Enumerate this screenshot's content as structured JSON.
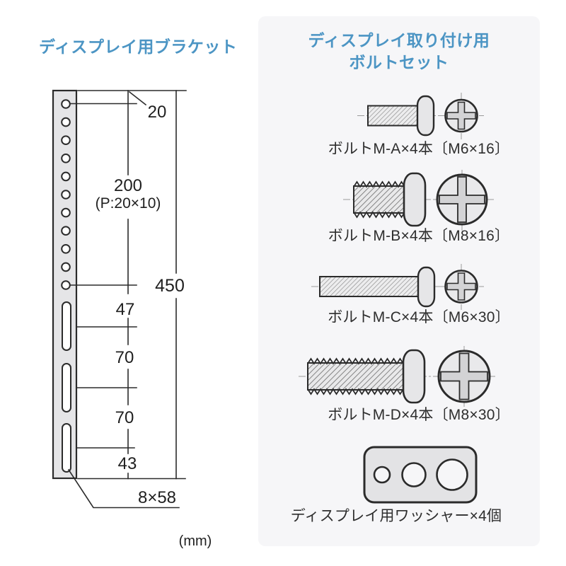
{
  "colors": {
    "accent_blue": "#4c95c4",
    "panel_background": "#f6f6f8",
    "line_color": "#2b2b2b",
    "metal_fill": "#e5e5e7"
  },
  "bracket_panel": {
    "title": "ディスプレイ用ブラケット",
    "unit": "(mm)",
    "dimensions": {
      "hole_offset_top": "20",
      "hole_span": "200",
      "hole_pitch": "(P:20×10)",
      "total_height": "450",
      "gap_hole_to_slot": "47",
      "slot_pitch_1": "70",
      "slot_pitch_2": "70",
      "slot_offset_bottom": "43",
      "slot_size": "8×58"
    }
  },
  "bolt_panel": {
    "title_line1": "ディスプレイ取り付け用",
    "title_line2": "ボルトセット",
    "bolts": [
      {
        "id": "M-A",
        "label": "ボルトM-A×4本〔M6×16〕"
      },
      {
        "id": "M-B",
        "label": "ボルトM-B×4本〔M8×16〕"
      },
      {
        "id": "M-C",
        "label": "ボルトM-C×4本〔M6×30〕"
      },
      {
        "id": "M-D",
        "label": "ボルトM-D×4本〔M8×30〕"
      }
    ],
    "washer_label": "ディスプレイ用ワッシャー×4個"
  }
}
